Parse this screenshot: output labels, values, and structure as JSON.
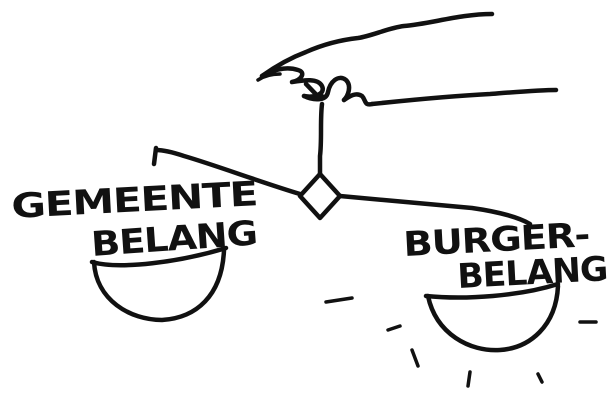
{
  "labels": {
    "left_pan": [
      "GEMEENTE",
      "BELANG"
    ],
    "right_pan": [
      "BURGER-",
      "BELANG"
    ]
  },
  "colors": {
    "ink": "#111111",
    "paper": "#ffffff"
  },
  "icons": {
    "hand": "hand-icon",
    "scale": "balance-scale-icon"
  }
}
